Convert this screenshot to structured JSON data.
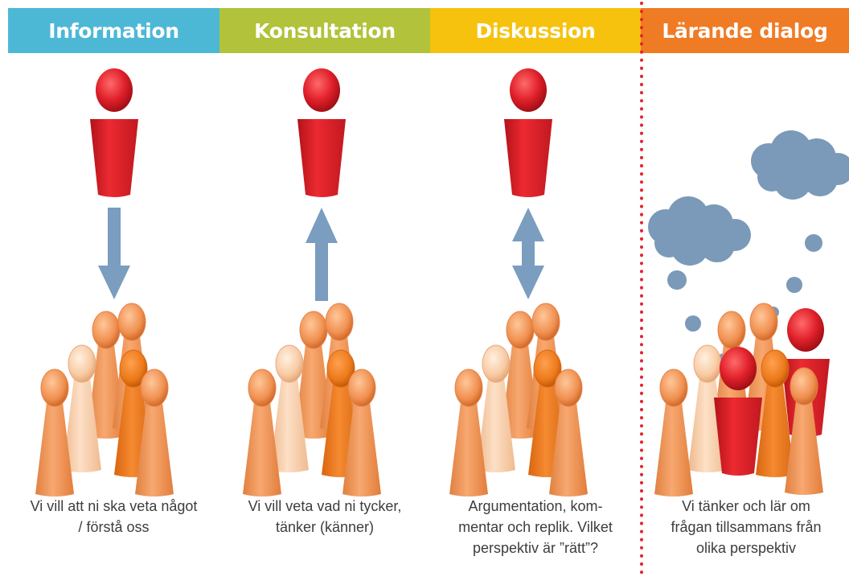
{
  "columns": [
    {
      "header": "Information",
      "color": "#4db8d6",
      "caption": [
        "Vi vill att ni ska veta något",
        "/ förstå oss"
      ],
      "arrow": "down"
    },
    {
      "header": "Konsultation",
      "color": "#b2c23a",
      "caption": [
        "Vi vill veta vad ni tycker,",
        "tänker (känner)"
      ],
      "arrow": "up"
    },
    {
      "header": "Diskussion",
      "color": "#f6c20e",
      "caption": [
        "Argumentation, kom-",
        "mentar och replik. Vilket",
        "perspektiv är ”rätt”?"
      ],
      "arrow": "both"
    },
    {
      "header": "Lärande dialog",
      "color": "#f07b25",
      "caption": [
        "Vi tänker och lär om",
        "frågan tillsammans från",
        "olika perspektiv"
      ],
      "arrow": "none"
    }
  ],
  "colors": {
    "leader_red": "#e0202a",
    "arrow_blue": "#7a9dc0",
    "cloud_blue": "#7b99b8",
    "divider_red": "#e3262e",
    "caption_text": "#3d3d3d"
  },
  "icons": [
    "person-red-icon",
    "person-orange-icon",
    "arrow-icon",
    "thought-cloud-icon"
  ]
}
